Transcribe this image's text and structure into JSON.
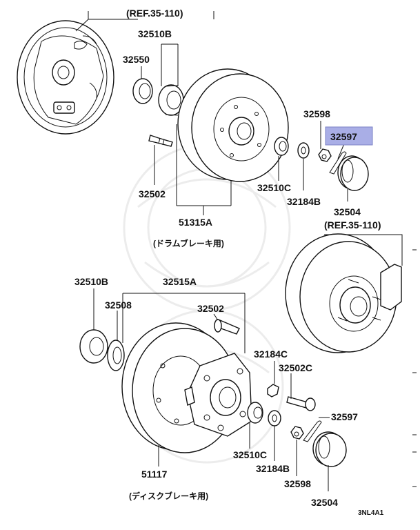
{
  "labels": {
    "ref_top": "(REF.35-110)",
    "ref_right": "(REF.35-110)",
    "p32510B_top": "32510B",
    "p32550": "32550",
    "p32598_top": "32598",
    "p32597_top": "32597",
    "p32502_top": "32502",
    "p32510C_top": "32510C",
    "p32184B_top": "32184B",
    "p32504_top": "32504",
    "p51315A": "51315A",
    "drum_caption": "(ドラムブレーキ用)",
    "p32510B_bottom": "32510B",
    "p32515A": "32515A",
    "p32508": "32508",
    "p32502_bottom": "32502",
    "p32184C": "32184C",
    "p32502C": "32502C",
    "p32597_bottom": "32597",
    "p32510C_bottom": "32510C",
    "p32184B_bottom": "32184B",
    "p51117": "51117",
    "p32598_bottom": "32598",
    "p32504_bottom": "32504",
    "disc_caption": "(ディスクブレーキ用)",
    "figure_code": "3NL4A1"
  },
  "highlight": {
    "part": "32597",
    "color": "#a9aee6"
  }
}
